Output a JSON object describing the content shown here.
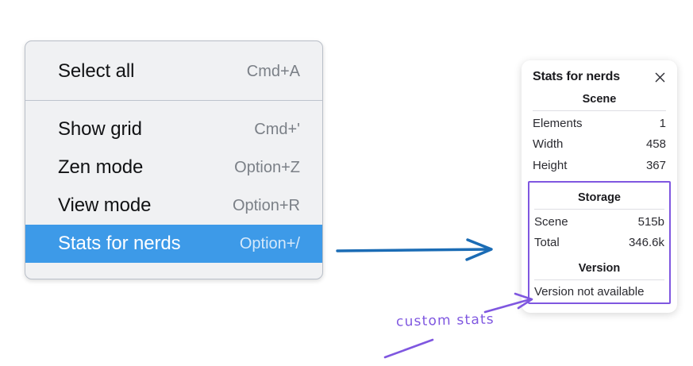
{
  "context_menu": {
    "groups": [
      {
        "items": [
          {
            "label": "Select all",
            "shortcut": "Cmd+A",
            "selected": false
          }
        ]
      },
      {
        "items": [
          {
            "label": "Show grid",
            "shortcut": "Cmd+'",
            "selected": false
          },
          {
            "label": "Zen mode",
            "shortcut": "Option+Z",
            "selected": false
          },
          {
            "label": "View mode",
            "shortcut": "Option+R",
            "selected": false
          },
          {
            "label": "Stats for nerds",
            "shortcut": "Option+/",
            "selected": true
          }
        ]
      }
    ],
    "highlight_color": "#3d9ae8"
  },
  "stats_panel": {
    "title": "Stats for nerds",
    "close_icon": "close-icon",
    "scene": {
      "heading": "Scene",
      "rows": [
        {
          "key": "Elements",
          "value": "1"
        },
        {
          "key": "Width",
          "value": "458"
        },
        {
          "key": "Height",
          "value": "367"
        }
      ]
    },
    "storage": {
      "heading": "Storage",
      "rows": [
        {
          "key": "Scene",
          "value": "515b"
        },
        {
          "key": "Total",
          "value": "346.6k"
        }
      ]
    },
    "version": {
      "heading": "Version",
      "text": "Version not available"
    },
    "highlight_color": "#7f57e0"
  },
  "annotations": {
    "custom_stats_label": "custom stats",
    "arrow_blue": "#1b6cb5",
    "arrow_purple": "#7f57e0"
  }
}
